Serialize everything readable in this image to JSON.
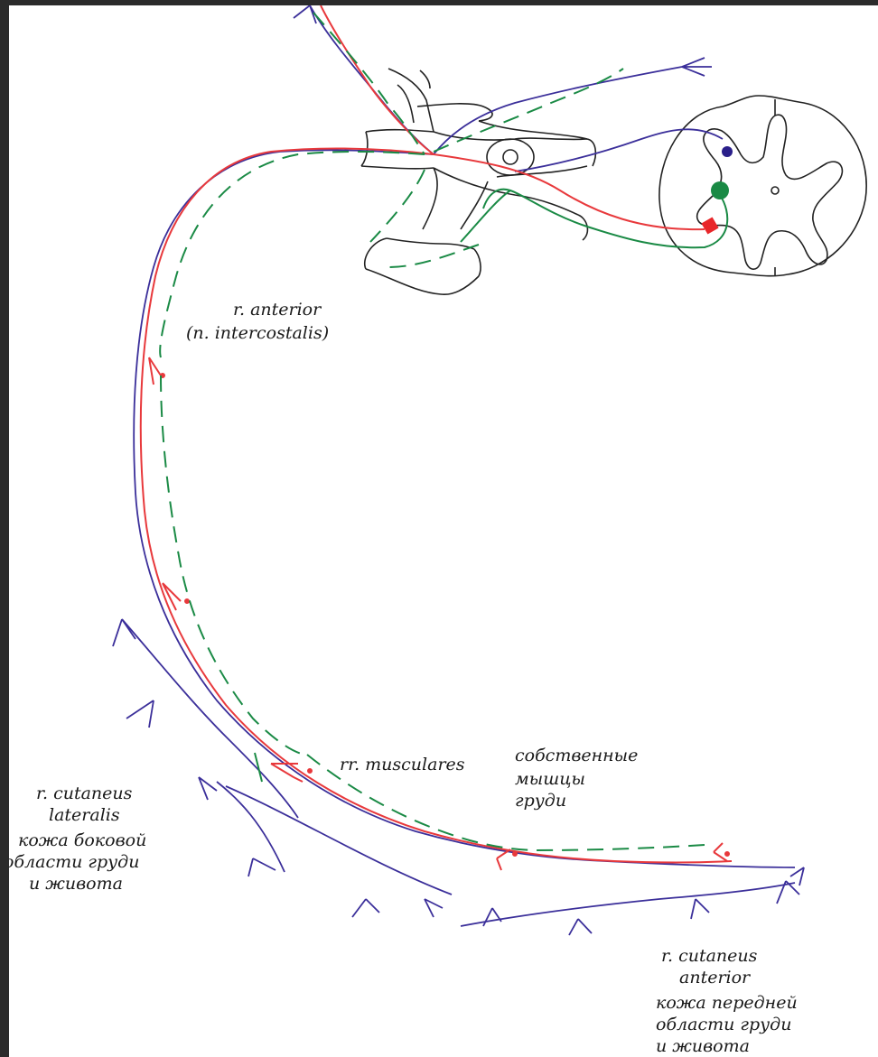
{
  "diagram": {
    "colors": {
      "motor": "#e8393c",
      "sensory": "#3b2f9a",
      "sympathetic": "#1a8a45",
      "outline": "#222222",
      "text": "#1a1a1a"
    },
    "labels": {
      "anterior_line1": "r. anterior",
      "anterior_line2": "(n. intercostalis)",
      "musculares": "rr. musculares",
      "muscles_line1": "собственные",
      "muscles_line2": "мышцы",
      "muscles_line3": "груди",
      "lateral_line1": "r. cutaneus",
      "lateral_line2": "lateralis",
      "lateral_skin_line1": "кожа боковой",
      "lateral_skin_line2": "области груди",
      "lateral_skin_line3": "и живота",
      "ant_cut_line1": "r. cutaneus",
      "ant_cut_line2": "anterior",
      "ant_skin_line1": "кожа передней",
      "ant_skin_line2": "области груди",
      "ant_skin_line3": "и живота"
    }
  }
}
